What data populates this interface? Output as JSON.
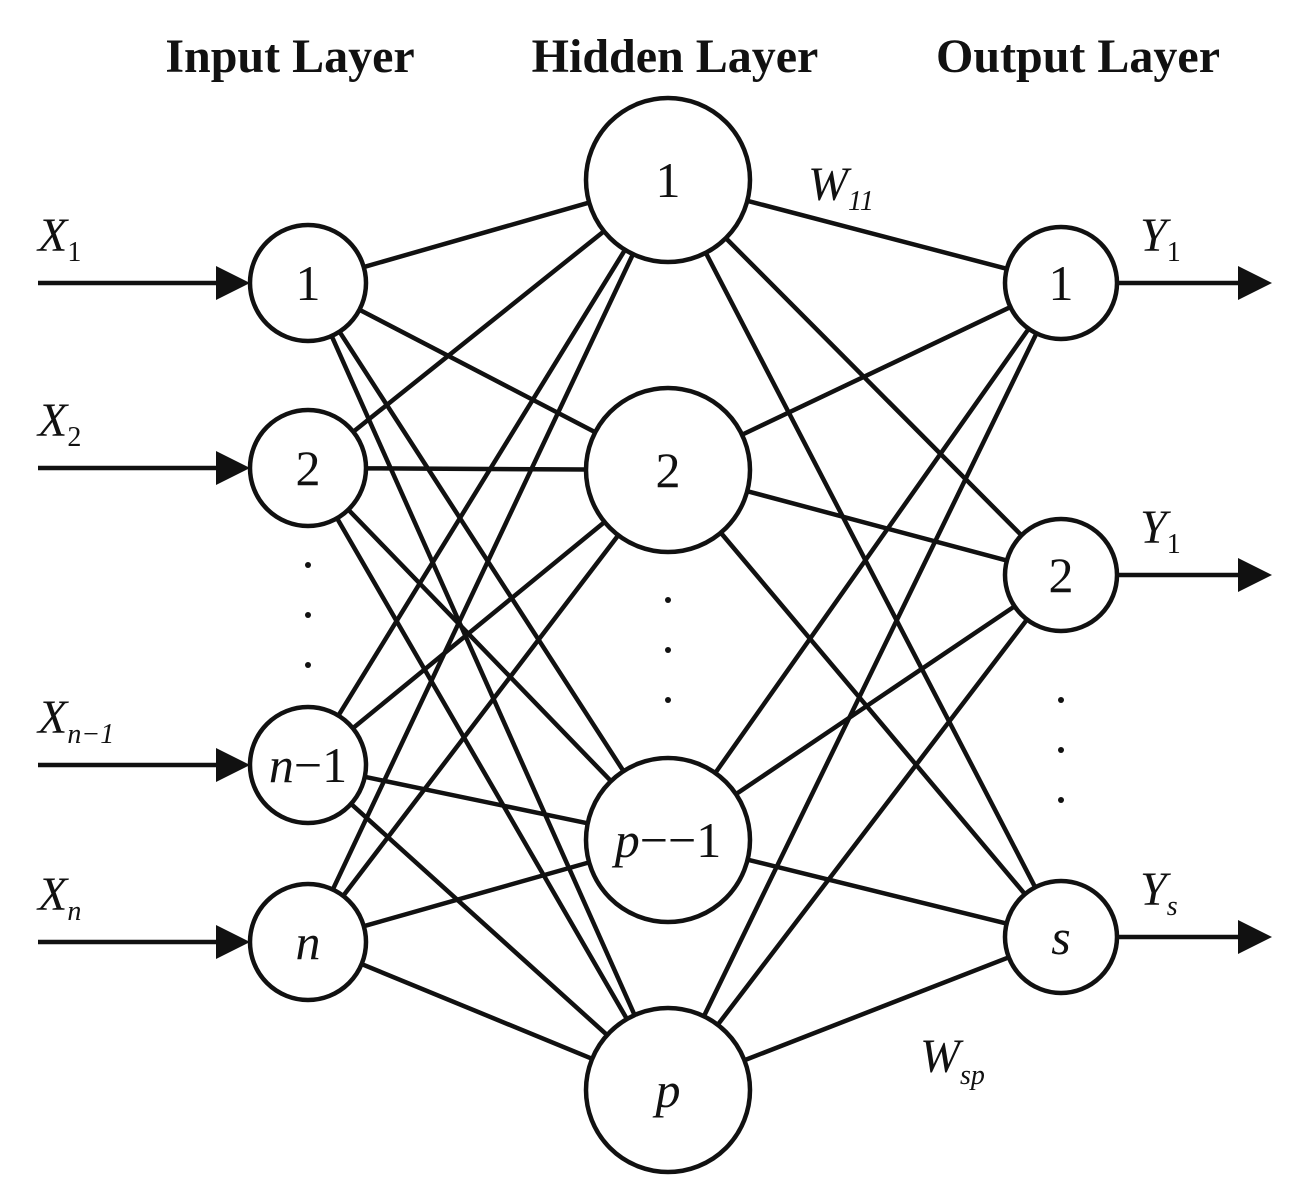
{
  "layers": {
    "input": {
      "title": "Input Layer",
      "nodes": [
        {
          "label": "1"
        },
        {
          "label": "2"
        },
        {
          "label": "n−1",
          "var": "n",
          "rest": "−1"
        },
        {
          "label": "n",
          "var": "n"
        }
      ]
    },
    "hidden": {
      "title": "Hidden Layer",
      "nodes": [
        {
          "label": "1"
        },
        {
          "label": "2"
        },
        {
          "label": "p−−1",
          "var": "p",
          "rest": "−−1"
        },
        {
          "label": "p",
          "var": "p"
        }
      ]
    },
    "output": {
      "title": "Output Layer",
      "nodes": [
        {
          "label": "1"
        },
        {
          "label": "2"
        },
        {
          "label": "s",
          "var": "s"
        }
      ]
    }
  },
  "inputs": [
    {
      "var": "X",
      "sub": "1"
    },
    {
      "var": "X",
      "sub": "2"
    },
    {
      "var": "X",
      "sub": "n−1"
    },
    {
      "var": "X",
      "sub": "n"
    }
  ],
  "outputs": [
    {
      "var": "Y",
      "sub": "1"
    },
    {
      "var": "Y",
      "sub": "1"
    },
    {
      "var": "Y",
      "sub": "s"
    }
  ],
  "weights": {
    "top": {
      "var": "W",
      "sub": "11"
    },
    "bottom": {
      "var": "W",
      "sub": "sp"
    }
  },
  "connectivity": "fully-connected",
  "colors": {
    "stroke": "#111111",
    "background": "#ffffff"
  }
}
